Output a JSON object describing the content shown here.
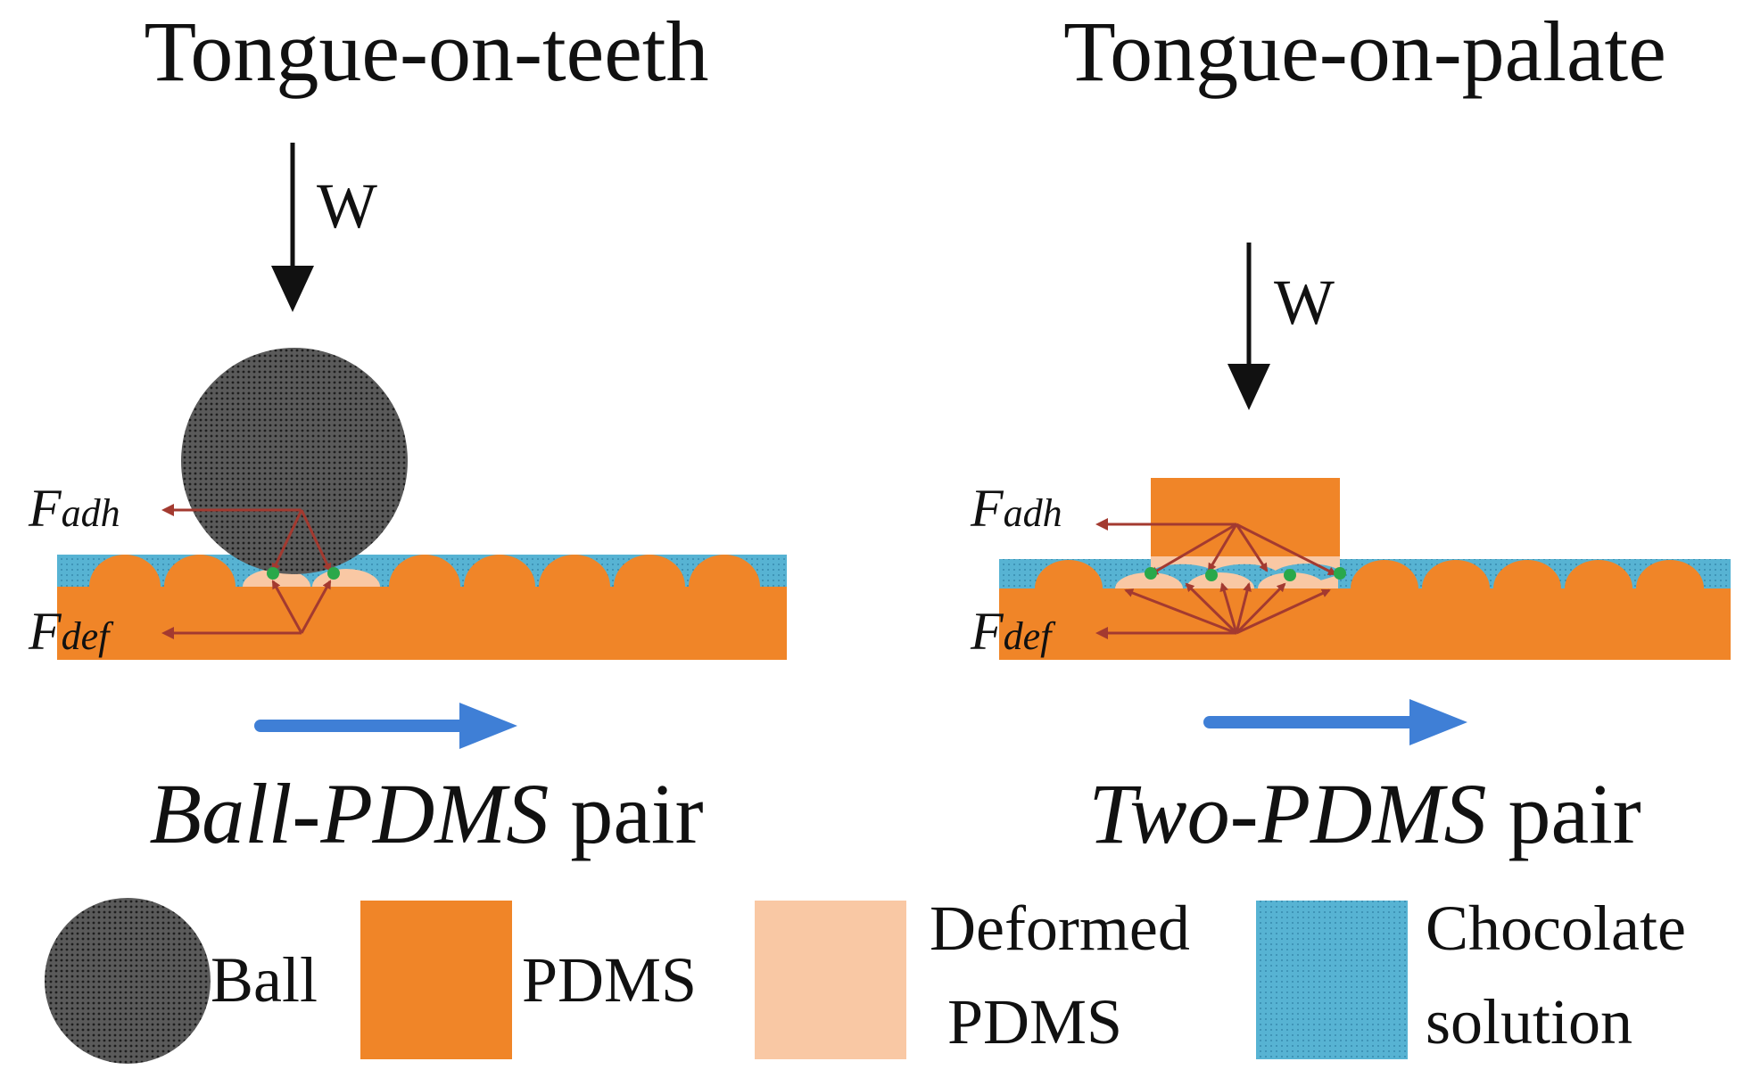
{
  "colors": {
    "ball": "#3a3a3a",
    "pdms": "#f08528",
    "deformed_pdms": "#f9c8a4",
    "chocolate_solution": "#57b3d3",
    "force_arrow": "#a33a30",
    "contact_point": "#2aa84a",
    "motion_arrow": "#3f7fd6",
    "text": "#111111"
  },
  "left": {
    "title": "Tongue-on-teeth",
    "load_label": "W",
    "f_adh": {
      "main": "F",
      "sub": "adh"
    },
    "f_def": {
      "main": "F",
      "sub": "def"
    },
    "caption_italic": "Ball-PDMS",
    "caption_rest": " pair"
  },
  "right": {
    "title": "Tongue-on-palate",
    "load_label": "W",
    "f_adh": {
      "main": "F",
      "sub": "adh"
    },
    "f_def": {
      "main": "F",
      "sub": "def"
    },
    "caption_italic": "Two-PDMS",
    "caption_rest": " pair"
  },
  "legend": {
    "ball": "Ball",
    "pdms": "PDMS",
    "deformed_line1": "Deformed",
    "deformed_line2": "PDMS",
    "chocolate_line1": "Chocolate",
    "chocolate_line2": "solution"
  }
}
